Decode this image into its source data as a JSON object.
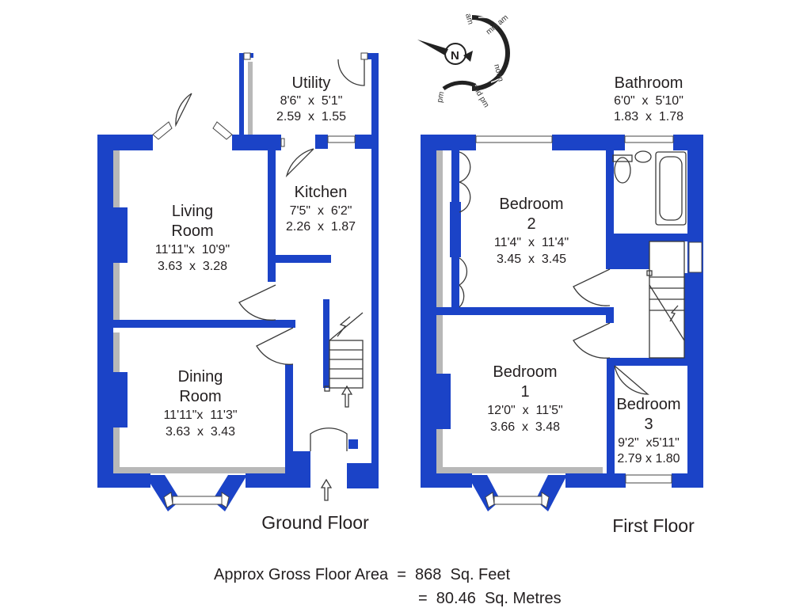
{
  "colors": {
    "wall": "#1b43c7",
    "shadow": "#b8b8b8",
    "text": "#231f20",
    "background": "#ffffff"
  },
  "compass": {
    "north": "N",
    "marks": [
      "am",
      "mid am",
      "noon",
      "mid pm",
      "pm"
    ]
  },
  "ground_floor": {
    "label": "Ground Floor",
    "rooms": {
      "utility": {
        "name": [
          "Utility"
        ],
        "imperial": "8'6\"  x  5'1\"",
        "metric": "2.59  x  1.55"
      },
      "kitchen": {
        "name": [
          "Kitchen"
        ],
        "imperial": "7'5\"  x  6'2\"",
        "metric": "2.26  x  1.87"
      },
      "living": {
        "name": [
          "Living",
          "Room"
        ],
        "imperial": "11'11\"x  10'9\"",
        "metric": "3.63  x  3.28"
      },
      "dining": {
        "name": [
          "Dining",
          "Room"
        ],
        "imperial": "11'11\"x  11'3\"",
        "metric": "3.63  x  3.43"
      }
    }
  },
  "first_floor": {
    "label": "First Floor",
    "rooms": {
      "bathroom": {
        "name": [
          "Bathroom"
        ],
        "imperial": "6'0\"  x  5'10\"",
        "metric": "1.83  x  1.78"
      },
      "bedroom2": {
        "name": [
          "Bedroom",
          "2"
        ],
        "imperial": "11'4\"  x  11'4\"",
        "metric": "3.45  x  3.45"
      },
      "bedroom1": {
        "name": [
          "Bedroom",
          "1"
        ],
        "imperial": "12'0\"  x  11'5\"",
        "metric": "3.66  x  3.48"
      },
      "bedroom3": {
        "name": [
          "Bedroom",
          "3"
        ],
        "imperial": "9'2\"  x5'11\"",
        "metric": "2.79 x 1.80"
      }
    }
  },
  "area": {
    "line1": "Approx Gross Floor Area  =  868  Sq. Feet",
    "line2": "=  80.46  Sq. Metres"
  }
}
